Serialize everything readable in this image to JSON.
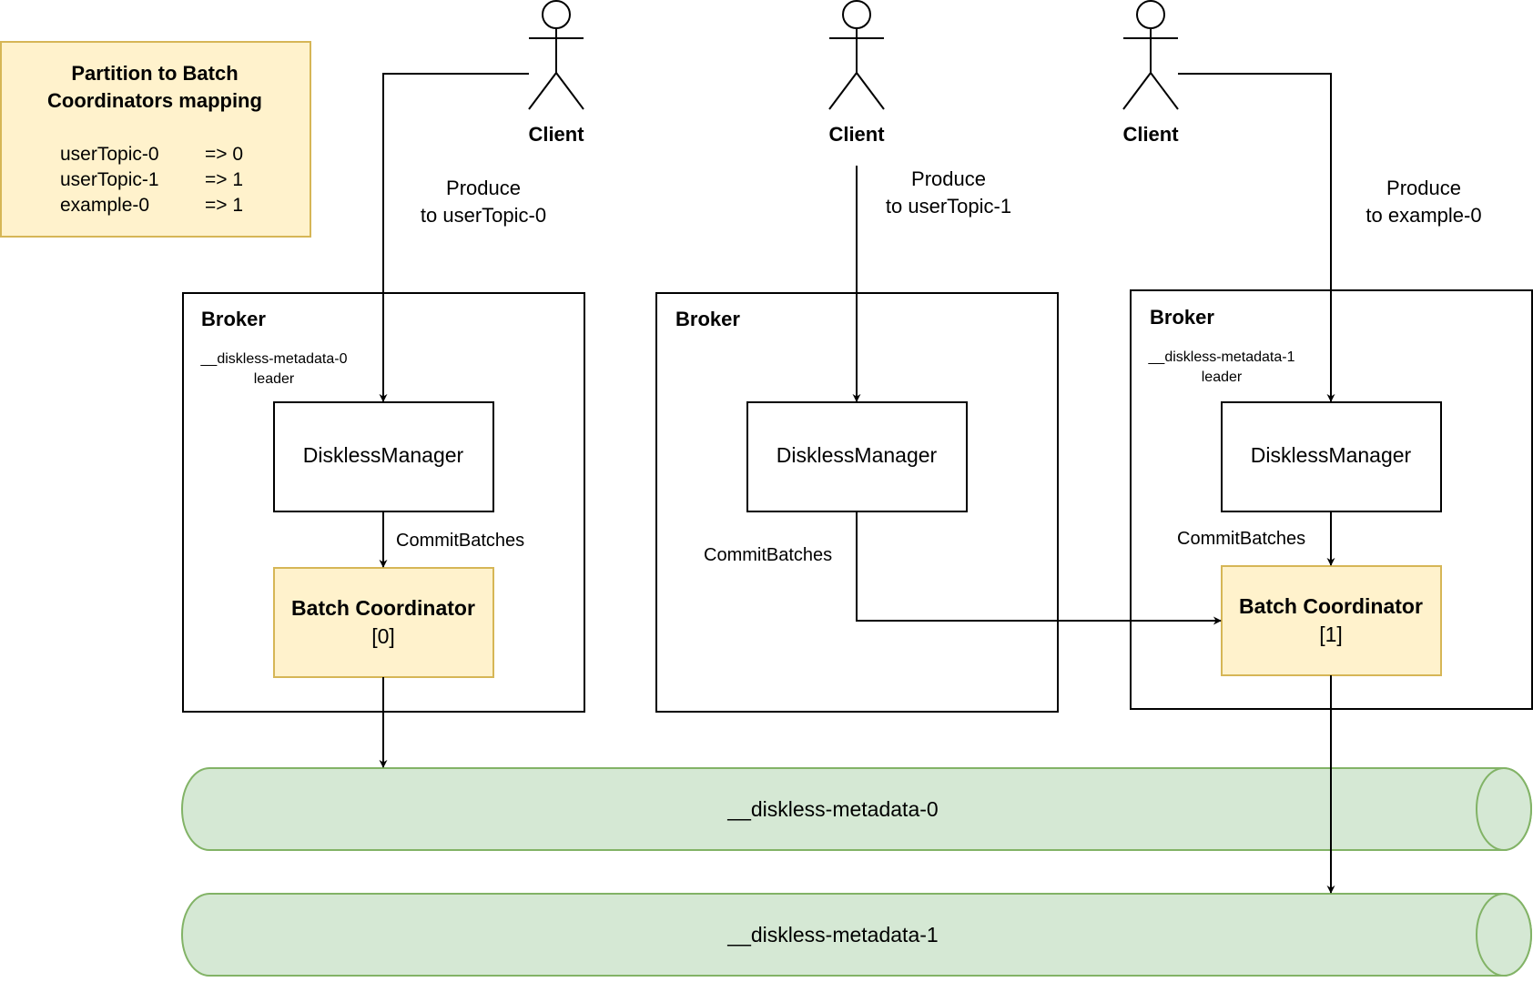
{
  "legend": {
    "title_line1": "Partition to Batch",
    "title_line2": "Coordinators mapping",
    "rows": [
      {
        "partition": "userTopic-0",
        "coordinator": "=> 0"
      },
      {
        "partition": "userTopic-1",
        "coordinator": "=> 1"
      },
      {
        "partition": "example-0",
        "coordinator": "=> 1"
      }
    ]
  },
  "clients": [
    {
      "label": "Client",
      "produce_line1": "Produce",
      "produce_line2": "to userTopic-0"
    },
    {
      "label": "Client",
      "produce_line1": "Produce",
      "produce_line2": "to userTopic-1"
    },
    {
      "label": "Client",
      "produce_line1": "Produce",
      "produce_line2": "to example-0"
    }
  ],
  "brokers": [
    {
      "title": "Broker",
      "leader_line1": "__diskless-metadata-0",
      "leader_line2": "leader",
      "manager": "DisklessManager",
      "commit_label": "CommitBatches",
      "coordinator_title": "Batch Coordinator",
      "coordinator_id": "[0]"
    },
    {
      "title": "Broker",
      "manager": "DisklessManager",
      "commit_label": "CommitBatches"
    },
    {
      "title": "Broker",
      "leader_line1": "__diskless-metadata-1",
      "leader_line2": "leader",
      "manager": "DisklessManager",
      "commit_label": "CommitBatches",
      "coordinator_title": "Batch Coordinator",
      "coordinator_id": "[1]"
    }
  ],
  "topics": [
    {
      "name": "__diskless-metadata-0"
    },
    {
      "name": "__diskless-metadata-1"
    }
  ],
  "colors": {
    "legend_fill": "#fff2cc",
    "legend_stroke": "#d6b656",
    "topic_fill": "#d5e8d4",
    "topic_stroke": "#82b366",
    "line": "#000000"
  }
}
